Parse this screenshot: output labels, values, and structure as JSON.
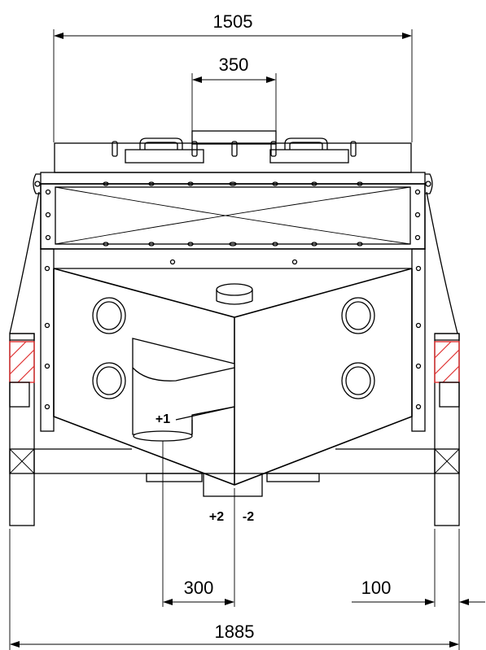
{
  "dimensions": {
    "overall_top": "1505",
    "top_opening": "350",
    "outlet_offset": "300",
    "side_offset": "100",
    "overall_bottom": "1885"
  },
  "labels": {
    "plus_one": "+1",
    "plus_two": "+2",
    "minus_two": "-2"
  },
  "colors": {
    "line": "#000000",
    "hatch": "#e03030",
    "background": "#ffffff"
  }
}
